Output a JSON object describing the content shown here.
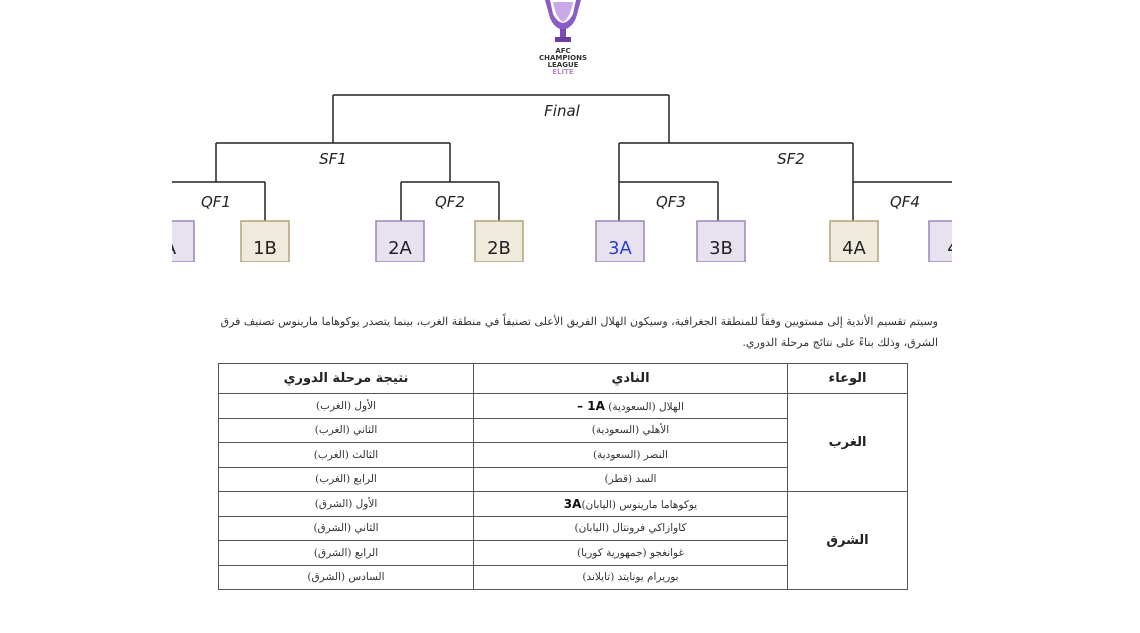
{
  "logo": {
    "line1": "AFC",
    "line2": "CHAMPIONS",
    "line3": "LEAGUE",
    "line4": "ELITE"
  },
  "bracket": {
    "final_label": "Final",
    "semifinals": [
      "SF1",
      "SF2"
    ],
    "quarterfinals": [
      "QF1",
      "QF2",
      "QF3",
      "QF4"
    ],
    "slots": [
      {
        "label": "A",
        "style": "east"
      },
      {
        "label": "1B",
        "style": "west"
      },
      {
        "label": "2A",
        "style": "east"
      },
      {
        "label": "2B",
        "style": "west"
      },
      {
        "label": "3A",
        "style": "east",
        "highlight": true
      },
      {
        "label": "3B",
        "style": "east"
      },
      {
        "label": "4A",
        "style": "west"
      },
      {
        "label": "4",
        "style": "east"
      }
    ],
    "colors": {
      "line": "#222222",
      "west_fill": "#efeadb",
      "west_border": "#b0a47a",
      "east_fill": "#e8e2f0",
      "east_border": "#9c86b7",
      "highlight_text": "#2b3fd1"
    }
  },
  "paragraph": "وسيتم تقسيم الأندية إلى مستويين وفقاً للمنطقة الجغرافية، وسيكون الهلال الفريق الأعلى تصنيفاً في منطقة الغرب، بينما يتصدر يوكوهاما مارينوس تصنيف فرق الشرق، وذلك بناءً على نتائج مرحلة الدوري.",
  "table": {
    "headers": {
      "pot": "الوعاء",
      "club": "النادي",
      "result": "نتيجة مرحلة الدوري"
    },
    "groups": [
      {
        "pot": "الغرب",
        "rows": [
          {
            "club": "الهلال (السعودية)",
            "code": "1A –",
            "result": "الأول (الغرب)"
          },
          {
            "club": "الأهلي (السعودية)",
            "code": "",
            "result": "الثاني (الغرب)"
          },
          {
            "club": "النصر (السعودية)",
            "code": "",
            "result": "الثالث (الغرب)"
          },
          {
            "club": "السد (قطر)",
            "code": "",
            "result": "الرابع (الغرب)"
          }
        ]
      },
      {
        "pot": "الشرق",
        "rows": [
          {
            "club": "يوكوهاما مارينوس (اليابان)",
            "code": "3A",
            "result": "الأول (الشرق)"
          },
          {
            "club": "كاوازاكي فرونتال (اليابان)",
            "code": "",
            "result": "الثاني (الشرق)"
          },
          {
            "club": "غوانغجو (جمهورية كوريا)",
            "code": "",
            "result": "الرابع (الشرق)"
          },
          {
            "club": "بوريرام يونايتد (تايلاند)",
            "code": "",
            "result": "السادس (الشرق)"
          }
        ]
      }
    ]
  }
}
